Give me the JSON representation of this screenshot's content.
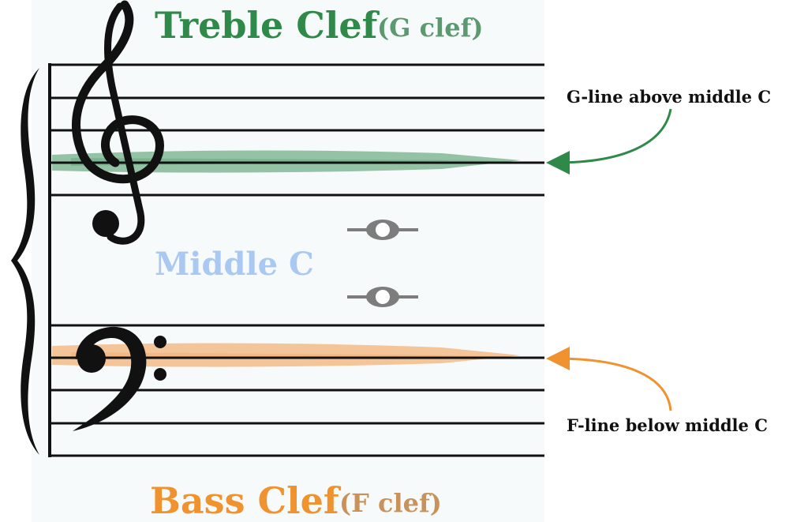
{
  "labels": {
    "treble_title": "Treble Clef",
    "treble_sub": "(G clef)",
    "bass_title": "Bass Clef",
    "bass_sub": "(F clef)",
    "middle_c": "Middle C",
    "g_line_note": "G-line above middle C",
    "f_line_note": "F-line below middle C"
  },
  "colors": {
    "treble": "#2f8a4a",
    "treble_sub": "#5a9a6e",
    "treble_highlight": "#5fa476",
    "bass": "#f0922e",
    "bass_sub": "#c8925a",
    "bass_highlight": "#f4b37a",
    "middle_c": "#a9c8f2",
    "note": "#7d7d7d",
    "staff": "#111111",
    "g_arrow": "#2f8a4a",
    "f_arrow": "#f0922e"
  },
  "icons": {
    "treble_clef": "treble-clef-icon",
    "bass_clef": "bass-clef-icon",
    "brace": "grand-staff-brace-icon",
    "whole_note": "whole-note-icon"
  }
}
